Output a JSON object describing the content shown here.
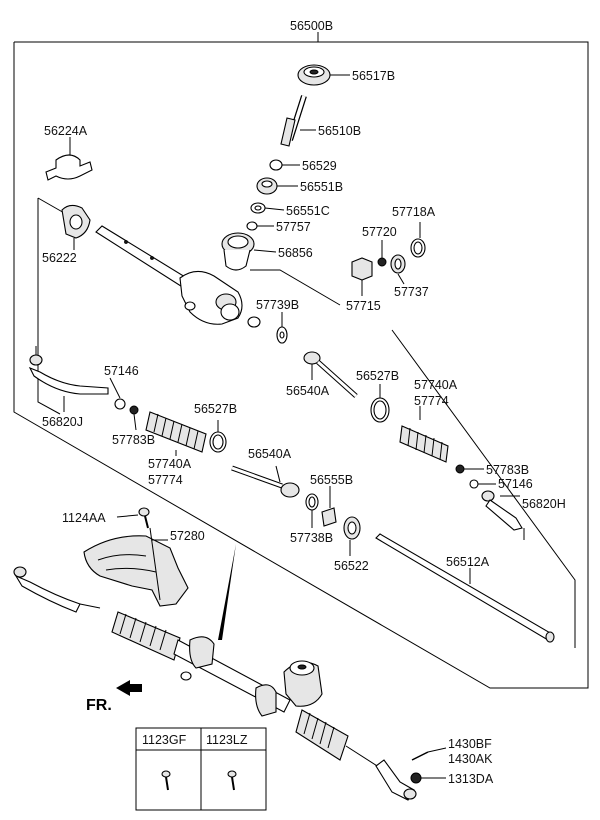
{
  "labels": {
    "l56500B": "56500B",
    "l56517B": "56517B",
    "l56510B": "56510B",
    "l56224A": "56224A",
    "l56529": "56529",
    "l56551B": "56551B",
    "l56551C": "56551C",
    "l57757": "57757",
    "l57718A": "57718A",
    "l57720": "57720",
    "l56222": "56222",
    "l56856": "56856",
    "l57737": "57737",
    "l57715": "57715",
    "l57739B": "57739B",
    "l56527B_1": "56527B",
    "l56540A_1": "56540A",
    "l57740A_1": "57740A",
    "l57774_1": "57774",
    "l57146_1": "57146",
    "l56820J": "56820J",
    "l57783B_1": "57783B",
    "l56527B_2": "56527B",
    "l57740A_2": "57740A",
    "l57774_2": "57774",
    "l56540A_2": "56540A",
    "l56555B": "56555B",
    "l57783B_2": "57783B",
    "l57146_2": "57146",
    "l56820H": "56820H",
    "l1124AA": "1124AA",
    "l57280": "57280",
    "l57738B": "57738B",
    "l56522": "56522",
    "l56512A": "56512A",
    "l1430BF": "1430BF",
    "l1430AK": "1430AK",
    "l1313DA": "1313DA",
    "fr": "FR."
  },
  "legend_table": {
    "col1": "1123GF",
    "col2": "1123LZ"
  }
}
